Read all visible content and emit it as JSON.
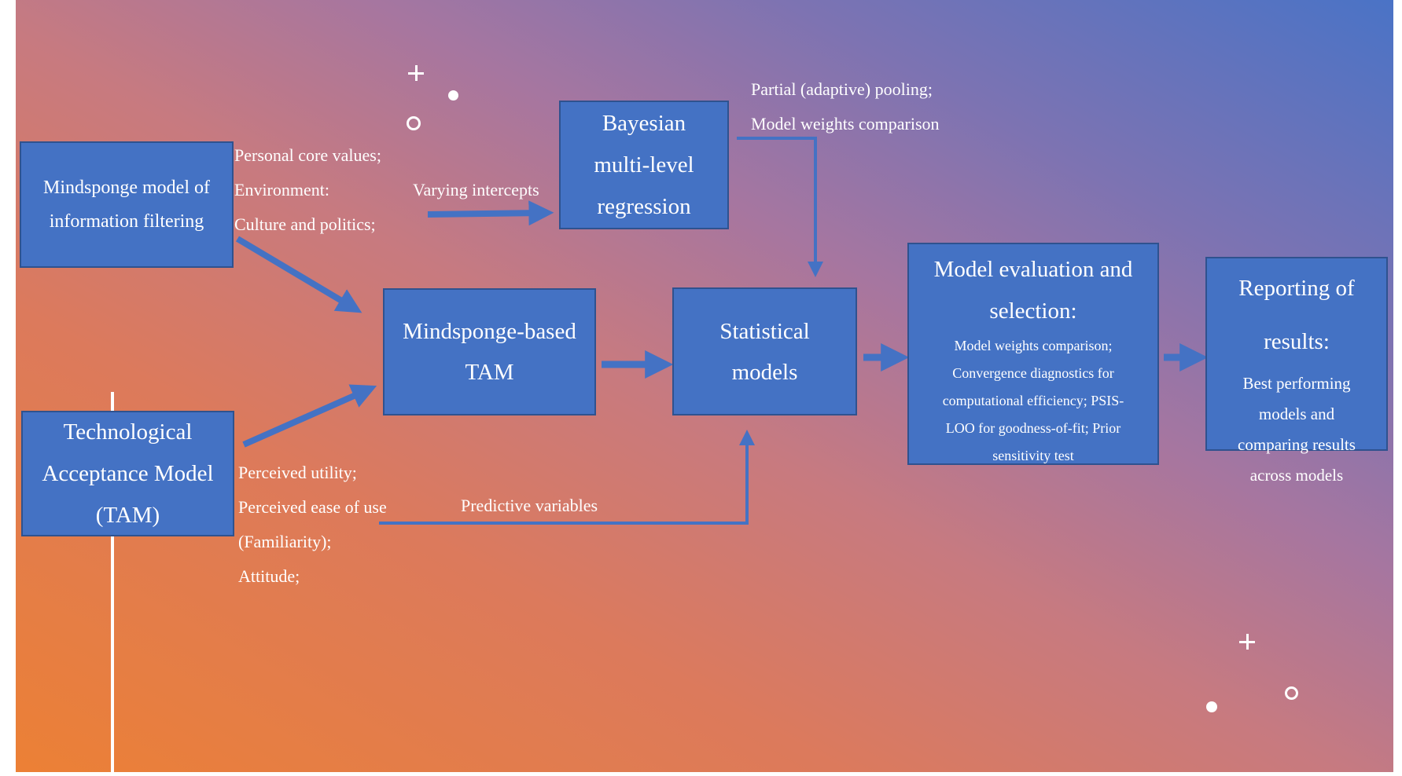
{
  "colors": {
    "box_fill": "#4472C4",
    "box_border": "#2F528F",
    "arrow": "#4472C4",
    "text": "#FFFFFF",
    "gradient_start": "#EC8035",
    "gradient_end": "#4A73C6"
  },
  "nodes": {
    "mindsponge_filter": {
      "lines": [
        "Mindsponge model of",
        "information filtering"
      ]
    },
    "tam": {
      "lines": [
        "Technological",
        "Acceptance Model",
        "(TAM)"
      ]
    },
    "bayesian": {
      "lines": [
        "Bayesian",
        "multi-level",
        "regression"
      ]
    },
    "mindsponge_tam": {
      "lines": [
        "Mindsponge-based",
        "TAM"
      ]
    },
    "statistical": {
      "lines": [
        "Statistical",
        "models"
      ]
    },
    "evaluation": {
      "title_lines": [
        "Model evaluation and",
        "selection:"
      ],
      "body_lines": [
        "Model weights comparison;",
        "Convergence diagnostics for",
        "computational efficiency; PSIS-",
        "LOO for goodness-of-fit; Prior",
        "sensitivity test"
      ]
    },
    "reporting": {
      "title_lines": [
        "Reporting of",
        "results:"
      ],
      "body_lines": [
        "Best performing",
        "models and",
        "comparing results",
        "across models"
      ]
    }
  },
  "labels": {
    "mindsponge_factors": [
      "Personal core values;",
      "Environment:",
      "Culture and politics;"
    ],
    "varying_intercepts": "Varying intercepts",
    "pooling": [
      "Partial (adaptive) pooling;",
      "Model weights comparison"
    ],
    "tam_factors": [
      "Perceived utility;",
      "Perceived ease of use",
      "(Familiarity);",
      "Attitude;"
    ],
    "predictive_variables": "Predictive variables"
  },
  "decorations": {
    "top_cluster": [
      "plus-icon",
      "dot-icon",
      "ring-icon"
    ],
    "bottom_cluster": [
      "plus-icon",
      "ring-icon",
      "dot-icon"
    ]
  }
}
